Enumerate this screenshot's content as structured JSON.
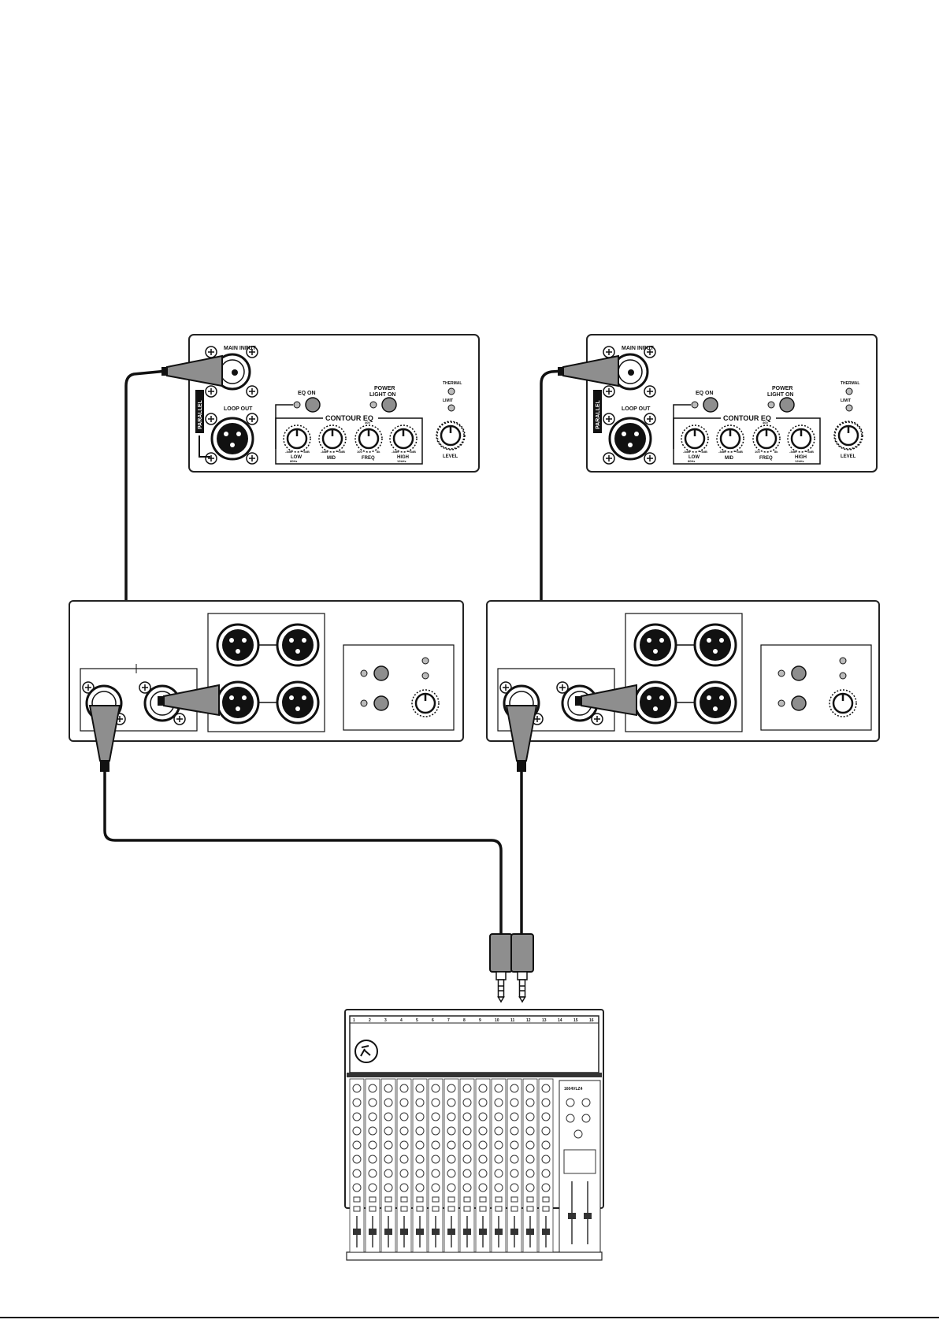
{
  "speaker_panel": {
    "main_input": "MAIN INPUT",
    "loop_out": "LOOP OUT",
    "parallel": "PARALLEL",
    "eq_on": "EQ ON",
    "power_light_on_1": "POWER",
    "power_light_on_2": "LIGHT ON",
    "thermal": "THERMAL",
    "limit": "LIMIT",
    "contour_eq": "CONTOUR EQ",
    "low": "LOW",
    "low_freq": "80Hz",
    "mid": "MID",
    "freq": "FREQ",
    "freq_top": "400",
    "freq_min": "100",
    "freq_max": "8k",
    "high": "HIGH",
    "high_freq": "12kHz",
    "level": "LEVEL",
    "minus3": "-3dB",
    "plus3": "+3dB"
  },
  "mixer": {
    "channel_numbers": [
      "1",
      "2",
      "3",
      "4",
      "5",
      "6",
      "7",
      "8",
      "9",
      "10",
      "11",
      "12",
      "13",
      "14",
      "15",
      "16"
    ],
    "model": "1604VLZ4"
  },
  "colors": {
    "line": "#111111",
    "connector_grey": "#8e8e8e",
    "background": "#ffffff"
  }
}
